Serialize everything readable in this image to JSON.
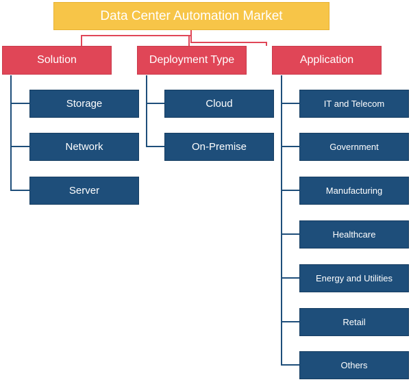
{
  "root": "Data Center Automation Market",
  "colors": {
    "root": "#F7C548",
    "category": "#E04657",
    "leaf": "#1E4E7A"
  },
  "categories": [
    {
      "label": "Solution",
      "items": [
        "Storage",
        "Network",
        "Server"
      ]
    },
    {
      "label": "Deployment Type",
      "items": [
        "Cloud",
        "On-Premise"
      ]
    },
    {
      "label": "Application",
      "items": [
        "IT and Telecom",
        "Government",
        "Manufacturing",
        "Healthcare",
        "Energy and Utilities",
        "Retail",
        "Others"
      ]
    }
  ]
}
